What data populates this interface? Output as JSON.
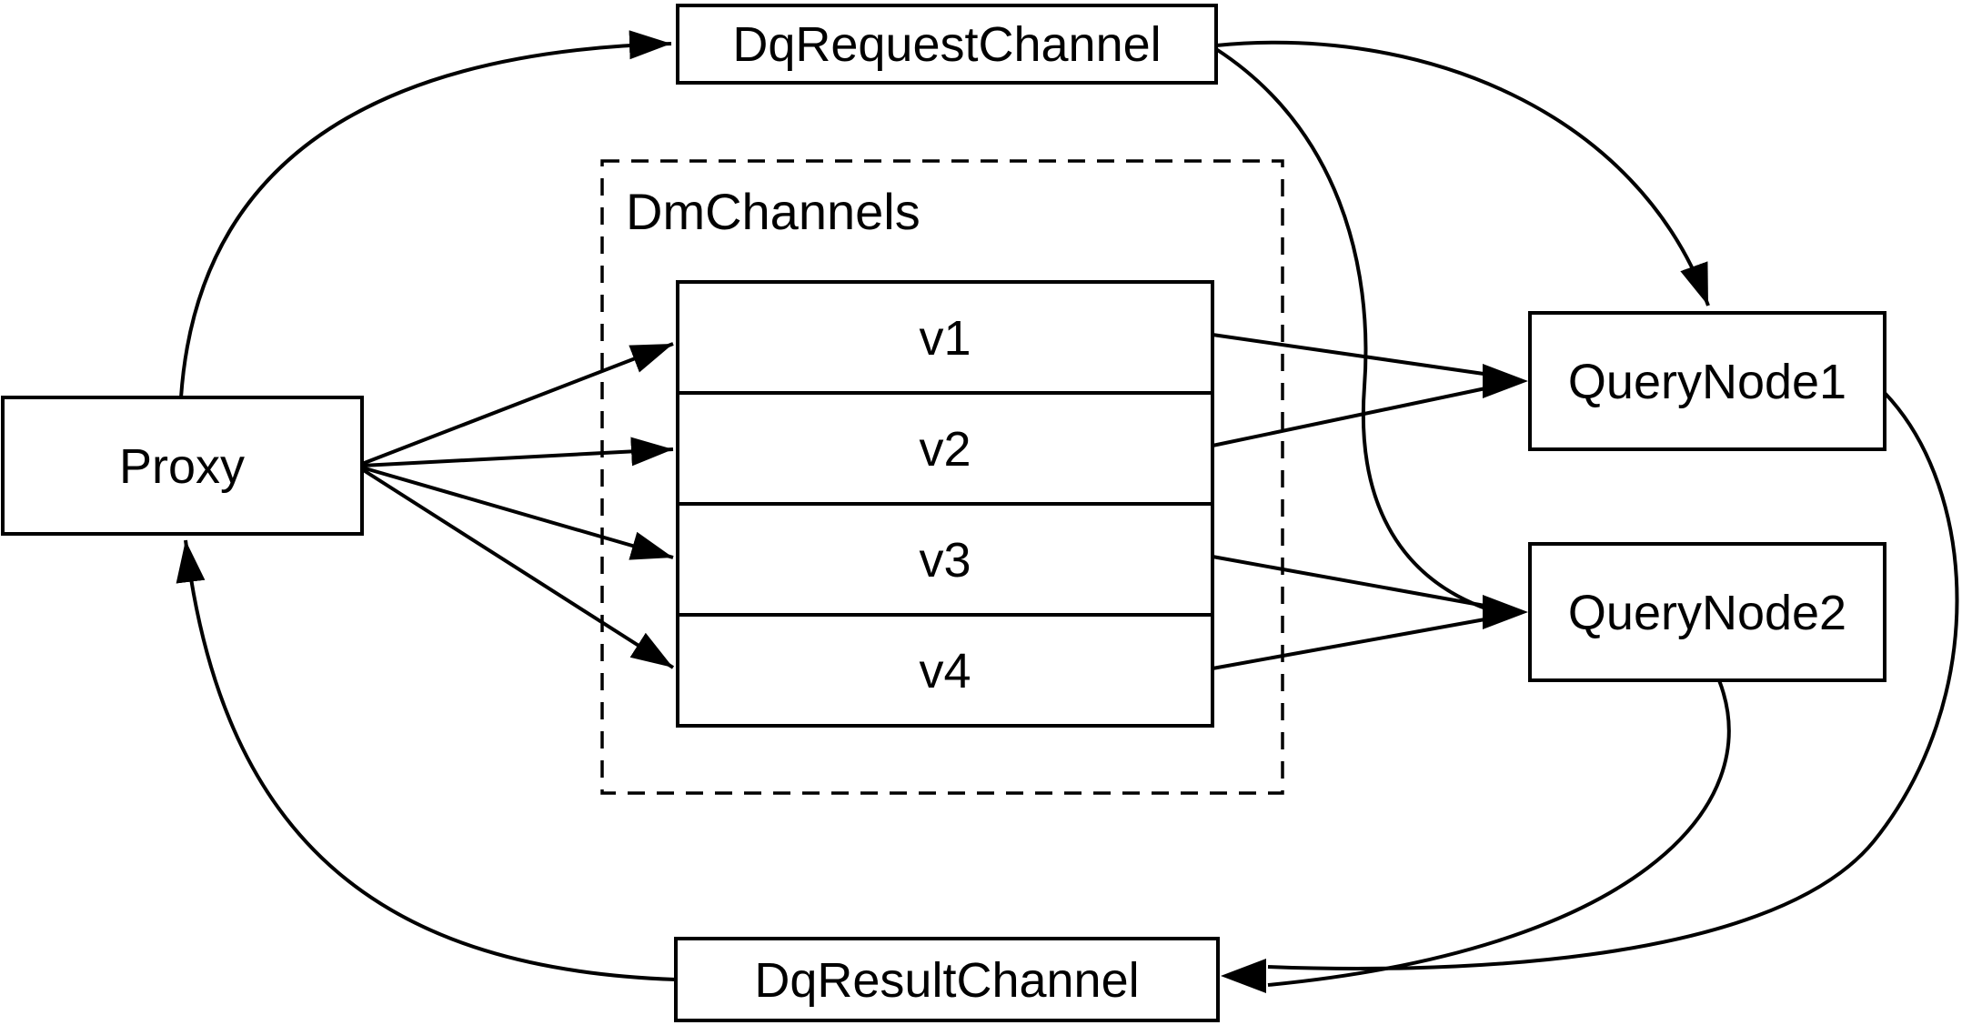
{
  "diagram": {
    "background_color": "#ffffff",
    "line_color": "#000000",
    "nodes": {
      "proxy": {
        "label": "Proxy"
      },
      "dq_request_channel": {
        "label": "DqRequestChannel"
      },
      "dm_channels_group": {
        "label": "DmChannels",
        "channels": [
          "v1",
          "v2",
          "v3",
          "v4"
        ]
      },
      "query_node_1": {
        "label": "QueryNode1"
      },
      "query_node_2": {
        "label": "QueryNode2"
      },
      "dq_result_channel": {
        "label": "DqResultChannel"
      }
    },
    "edges": [
      {
        "from": "Proxy",
        "to": "DqRequestChannel"
      },
      {
        "from": "Proxy",
        "to": "v1"
      },
      {
        "from": "Proxy",
        "to": "v2"
      },
      {
        "from": "Proxy",
        "to": "v3"
      },
      {
        "from": "Proxy",
        "to": "v4"
      },
      {
        "from": "v1",
        "to": "QueryNode1"
      },
      {
        "from": "v2",
        "to": "QueryNode1"
      },
      {
        "from": "v3",
        "to": "QueryNode2"
      },
      {
        "from": "v4",
        "to": "QueryNode2"
      },
      {
        "from": "DqRequestChannel",
        "to": "QueryNode1"
      },
      {
        "from": "DqRequestChannel",
        "to": "QueryNode2"
      },
      {
        "from": "QueryNode1",
        "to": "DqResultChannel"
      },
      {
        "from": "QueryNode2",
        "to": "DqResultChannel"
      },
      {
        "from": "DqResultChannel",
        "to": "Proxy"
      }
    ]
  }
}
